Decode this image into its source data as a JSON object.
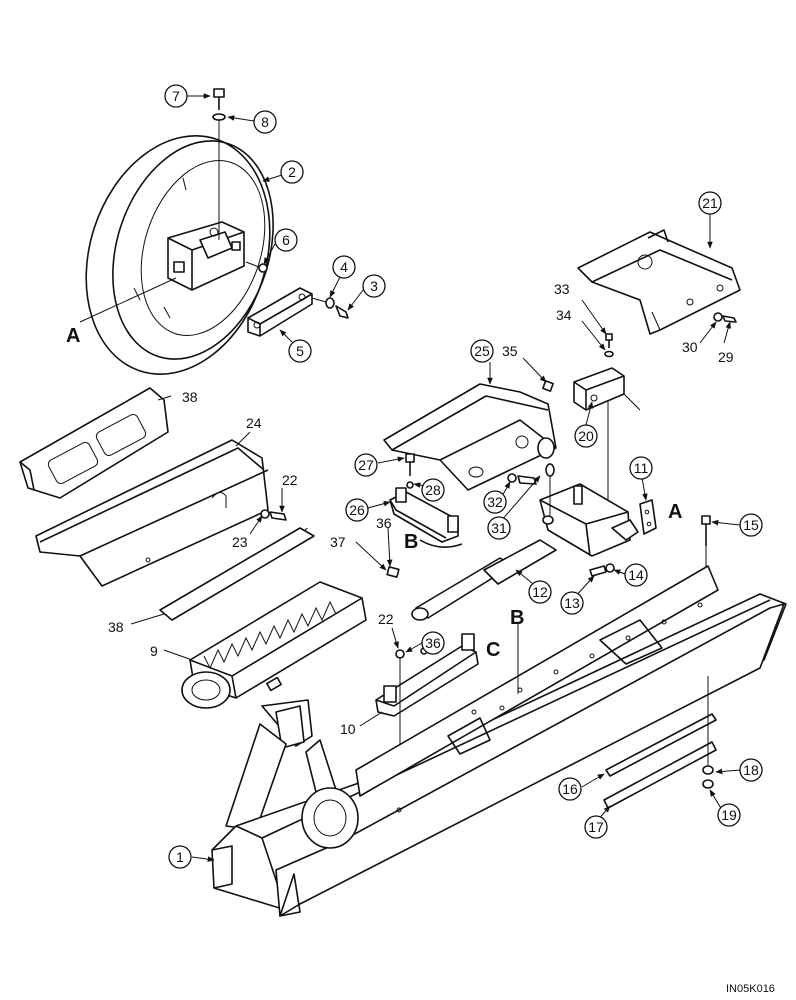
{
  "callouts": [
    {
      "id": "c7",
      "text": "7"
    },
    {
      "id": "c8",
      "text": "8"
    },
    {
      "id": "c2",
      "text": "2"
    },
    {
      "id": "c6",
      "text": "6"
    },
    {
      "id": "c4",
      "text": "4"
    },
    {
      "id": "c3",
      "text": "3"
    },
    {
      "id": "c5",
      "text": "5"
    },
    {
      "id": "c21",
      "text": "21"
    },
    {
      "id": "c25",
      "text": "25"
    },
    {
      "id": "c20",
      "text": "20"
    },
    {
      "id": "c27",
      "text": "27"
    },
    {
      "id": "c28",
      "text": "28"
    },
    {
      "id": "c26",
      "text": "26"
    },
    {
      "id": "c32",
      "text": "32"
    },
    {
      "id": "c31",
      "text": "31"
    },
    {
      "id": "c11",
      "text": "11"
    },
    {
      "id": "c15",
      "text": "15"
    },
    {
      "id": "c14",
      "text": "14"
    },
    {
      "id": "c13",
      "text": "13"
    },
    {
      "id": "c12",
      "text": "12"
    },
    {
      "id": "c36b",
      "text": "36"
    },
    {
      "id": "c18",
      "text": "18"
    },
    {
      "id": "c16",
      "text": "16"
    },
    {
      "id": "c17",
      "text": "17"
    },
    {
      "id": "c19",
      "text": "19"
    },
    {
      "id": "c1",
      "text": "1"
    }
  ],
  "plain_labels": {
    "l38a": "38",
    "l24": "24",
    "l22a": "22",
    "l23": "23",
    "l38b": "38",
    "l9": "9",
    "l33": "33",
    "l34": "34",
    "l35": "35",
    "l30": "30",
    "l29": "29",
    "l36a": "36",
    "l37": "37",
    "l22b": "22",
    "l10": "10"
  },
  "reference_letters": {
    "A_left": "A",
    "A_right": "A",
    "B_bracket": "B",
    "B_frame": "B",
    "C_bracket": "C"
  },
  "drawing_code": "IN05K016"
}
